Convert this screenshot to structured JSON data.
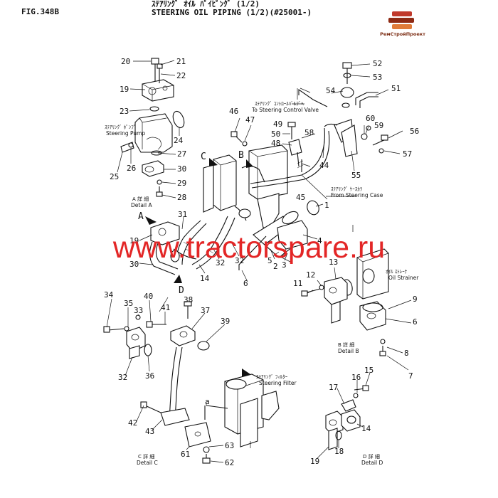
{
  "header": {
    "fig_label": "FIG.348B",
    "title_jp": "ｽﾃｱﾘﾝｸﾞ ｵｲﾙ ﾊﾟｲﾋﾟﾝｸﾞ  (1/2)",
    "title_en": "STEERING OIL PIPING (1/2)(#25001-)"
  },
  "watermark": "www.tractorspare.ru",
  "logo": {
    "text": "РемСтройПроект",
    "colors": [
      "#c0392b",
      "#8e2a14",
      "#e07b39"
    ]
  },
  "callouts": {
    "steering_pump_jp": "ｽﾃｱﾘﾝｸﾞ ﾎﾟﾝﾌﾟ",
    "steering_pump": "Steering Pump",
    "control_valve_jp": "ｽﾃｱﾘﾝｸﾞ ｺﾝﾄﾛｰﾙﾊﾞﾙﾌﾞﾍ",
    "control_valve": "To Steering Control Valve",
    "steering_case_jp": "ｽﾃｱﾘﾝｸﾞ ｹｰｽｶﾗ",
    "steering_case": "From Steering Case",
    "oil_strainer_jp": "ｵｲﾙ ｽﾄﾚｰﾅ",
    "oil_strainer": "Oil Strainer",
    "steering_filter_jp": "ｽﾃｱﾘﾝｸﾞ ﾌｨﾙﾀｰ",
    "steering_filter": "Steering Filter"
  },
  "view_letters": {
    "a": "A",
    "b": "B",
    "c": "C",
    "d": "D",
    "a_lower": "a"
  },
  "details": {
    "a_jp": "A 詳 細",
    "a": "Detail A",
    "b_jp": "B 詳 細",
    "b": "Detail B",
    "c_jp": "C 詳 細",
    "c": "Detail C",
    "d_jp": "D 詳 細",
    "d": "Detail D"
  },
  "parts": {
    "p1": "1",
    "p2": "2",
    "p3": "3",
    "p4": "4",
    "p5": "5",
    "p6": "6",
    "p6b": "6",
    "p7": "7",
    "p8": "8",
    "p9": "9",
    "p11": "11",
    "p12": "12",
    "p13": "13",
    "p14": "14",
    "p14b": "14",
    "p15": "15",
    "p16": "16",
    "p17": "17",
    "p18": "18",
    "p19": "19",
    "p19b": "19",
    "p20": "20",
    "p21": "21",
    "p22": "22",
    "p23": "23",
    "p24": "24",
    "p25": "25",
    "p26": "26",
    "p27": "27",
    "p28": "28",
    "p29": "29",
    "p30": "30",
    "p30b": "30",
    "p31": "31",
    "p32": "32",
    "p32b": "32",
    "p33": "33",
    "p34": "34",
    "p35": "35",
    "p36": "36",
    "p37": "37",
    "p38": "38",
    "p39": "39",
    "p40": "40",
    "p41": "41",
    "p42": "42",
    "p43": "43",
    "p44": "44",
    "p45": "45",
    "p46": "46",
    "p47": "47",
    "p48": "48",
    "p49": "49",
    "p50": "50",
    "p51": "51",
    "p52": "52",
    "p53": "53",
    "p54": "54",
    "p55": "55",
    "p56": "56",
    "p57": "57",
    "p58": "58",
    "p59": "59",
    "p60": "60",
    "p61": "61",
    "p62": "62",
    "p63": "63"
  },
  "colors": {
    "line": "#111111",
    "watermark": "#e32626"
  }
}
